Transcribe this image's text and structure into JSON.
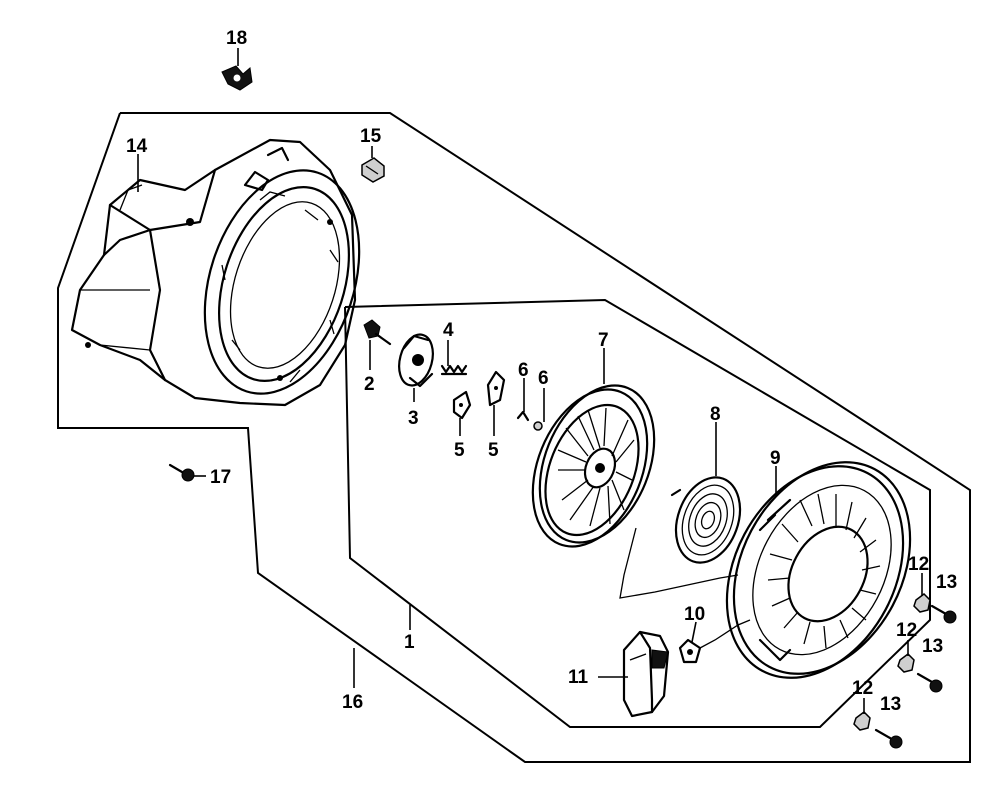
{
  "labels": [
    {
      "id": "18",
      "text": "18"
    },
    {
      "id": "15",
      "text": "15"
    },
    {
      "id": "14",
      "text": "14"
    },
    {
      "id": "2",
      "text": "2"
    },
    {
      "id": "3",
      "text": "3"
    },
    {
      "id": "4",
      "text": "4"
    },
    {
      "id": "5a",
      "text": "5"
    },
    {
      "id": "5b",
      "text": "5"
    },
    {
      "id": "6a",
      "text": "6"
    },
    {
      "id": "6b",
      "text": "6"
    },
    {
      "id": "7",
      "text": "7"
    },
    {
      "id": "8",
      "text": "8"
    },
    {
      "id": "9",
      "text": "9"
    },
    {
      "id": "17",
      "text": "17"
    },
    {
      "id": "12a",
      "text": "12"
    },
    {
      "id": "13a",
      "text": "13"
    },
    {
      "id": "12b",
      "text": "12"
    },
    {
      "id": "13b",
      "text": "13"
    },
    {
      "id": "12c",
      "text": "12"
    },
    {
      "id": "13c",
      "text": "13"
    },
    {
      "id": "10",
      "text": "10"
    },
    {
      "id": "11",
      "text": "11"
    },
    {
      "id": "1",
      "text": "1"
    },
    {
      "id": "16",
      "text": "16"
    }
  ]
}
